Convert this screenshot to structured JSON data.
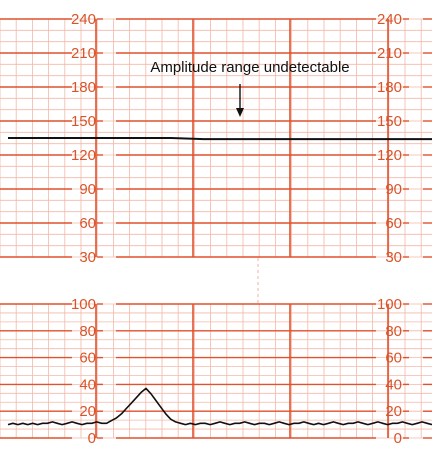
{
  "colors": {
    "grid_major": "#e0512d",
    "grid_minor": "#f3b8a8",
    "label": "#d9542b",
    "trace": "#111111",
    "separator": "#f0b0a0"
  },
  "chart_data": [
    {
      "type": "line",
      "title": "",
      "xlabel": "",
      "ylabel": "",
      "ylim": [
        30,
        240
      ],
      "yticks": [
        30,
        60,
        90,
        120,
        150,
        180,
        210,
        240
      ],
      "tick_labels": [
        "30",
        "60",
        "90",
        "120",
        "150",
        "180",
        "210",
        "240"
      ],
      "x": [
        0,
        1,
        2,
        3,
        4,
        5,
        6,
        7,
        8,
        9,
        10,
        11,
        12,
        13
      ],
      "series": [
        {
          "values": [
            135,
            135,
            135,
            135,
            135,
            135,
            134,
            134,
            134,
            134,
            134,
            134,
            134,
            134
          ]
        }
      ],
      "annotation": "Amplitude range undetectable",
      "grid": true,
      "tick_labels_side": "both"
    },
    {
      "type": "line",
      "title": "",
      "xlabel": "",
      "ylabel": "",
      "ylim": [
        0,
        100
      ],
      "yticks": [
        0,
        20,
        40,
        60,
        80,
        100
      ],
      "tick_labels": [
        "0",
        "20",
        "40",
        "60",
        "80",
        "100"
      ],
      "x": [
        0,
        1,
        2,
        3,
        4,
        5,
        6,
        7,
        8,
        9,
        10,
        11,
        12,
        13,
        14,
        15,
        16,
        17,
        18,
        19,
        20,
        21,
        22,
        23,
        24,
        25,
        26,
        27,
        28,
        29,
        30,
        31,
        32,
        33,
        34,
        35,
        36,
        37,
        38,
        39,
        40,
        41,
        42,
        43,
        44,
        45,
        46,
        47,
        48,
        49,
        50,
        51,
        52,
        53,
        54,
        55,
        56,
        57,
        58,
        59,
        60,
        61,
        62,
        63,
        64,
        65,
        66,
        67,
        68,
        69,
        70,
        71,
        72,
        73,
        74,
        75,
        76,
        77,
        78,
        79,
        80,
        81,
        82,
        83,
        84,
        85,
        86
      ],
      "series": [
        {
          "values": [
            10,
            11,
            10,
            11,
            10,
            11,
            10,
            11,
            11,
            12,
            11,
            10,
            11,
            12,
            11,
            10,
            11,
            11,
            12,
            11,
            11,
            13,
            15,
            18,
            22,
            26,
            30,
            34,
            37,
            33,
            28,
            23,
            18,
            14,
            12,
            11,
            10,
            11,
            10,
            11,
            11,
            10,
            11,
            12,
            11,
            10,
            11,
            11,
            12,
            11,
            10,
            11,
            11,
            10,
            11,
            12,
            11,
            10,
            11,
            11,
            12,
            11,
            10,
            11,
            10,
            11,
            12,
            11,
            10,
            11,
            11,
            12,
            11,
            10,
            11,
            12,
            11,
            10,
            11,
            11,
            12,
            11,
            10,
            11,
            12,
            11,
            10
          ]
        }
      ],
      "grid": true,
      "tick_labels_side": "both"
    }
  ]
}
